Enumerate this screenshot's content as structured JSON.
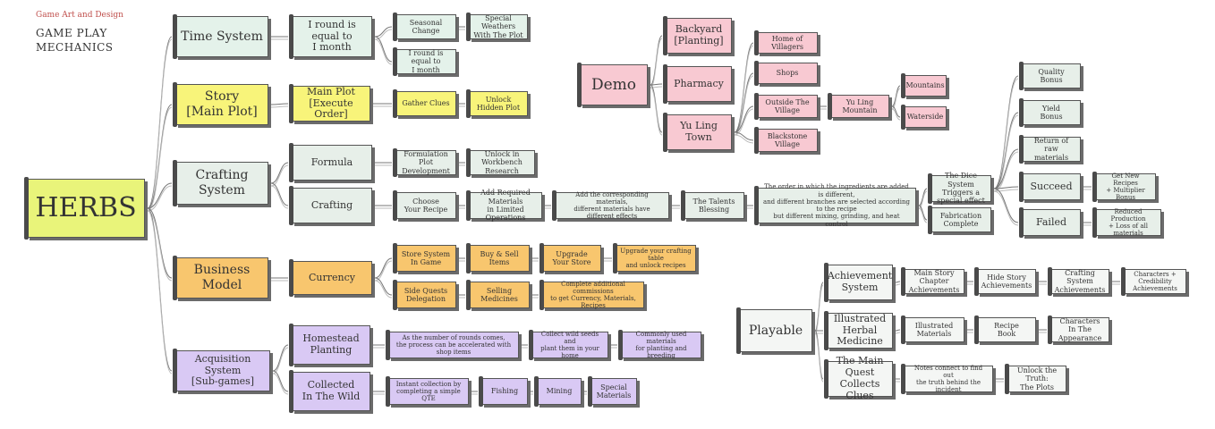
{
  "header": {
    "kicker": "Game Art and Design",
    "title": "GAME PLAY\nMECHANICS"
  },
  "colors": {
    "green": "#e4f2ea",
    "yellow": "#f8f47a",
    "orange": "#f8c66e",
    "purple": "#d9c9f4",
    "pink": "#f8c9d2",
    "lime": "#e9f47a"
  },
  "nodes": {
    "herbs": "HERBS",
    "time_system": "Time System",
    "one_round": "I round is equal to\nI month",
    "seasonal_change": "Seasonal Change",
    "special_weathers": "Special Weathers\nWith The Plot",
    "one_round_small": "I round is equal to\nI month",
    "story": "Story\n[Main Plot]",
    "main_plot": "Main Plot\n[Execute Order]",
    "gather_clues": "Gather Clues",
    "unlock_hidden": "Unlock\nHidden Plot",
    "crafting_system": "Crafting\nSystem",
    "formula": "Formula",
    "formulation": "Formulation\nPlot Development",
    "unlock_workbench": "Unlock in\nWorkbench Research",
    "crafting": "Crafting",
    "choose_recipe": "Choose\nYour Recipe",
    "add_required": "Add Required Materials\nin Limited Operations",
    "add_corresponding": "Add the corresponding materials,\ndifferent materials have different effects",
    "talents": "The Talents\nBlessing",
    "order_text": "The order in which the ingredients are added is different,\nand different branches are selected according to the recipe\nbut different mixing, grinding, and heat control",
    "dice_system": "The Dice System\nTriggers a special effect",
    "fabrication": "Fabrication\nComplete",
    "quality": "Quality\nBonus",
    "yield": "Yield\nBonus",
    "return_raw": "Return of\nraw materials",
    "succeed": "Succeed",
    "failed": "Failed",
    "get_new": "Get New Recipes\n+ Multiplier Bonus",
    "reduced": "Reduced Production\n+ Loss of all materials",
    "business_model": "Business\nModel",
    "currency": "Currency",
    "store_system": "Store System\nIn Game",
    "buy_sell": "Buy & Sell Items",
    "upgrade_store": "Upgrade\nYour Store",
    "upgrade_table": "Upgrade your crafting table\nand unlock recipes",
    "side_quests": "Side Quests\nDelegation",
    "selling_medicines": "Selling Medicines",
    "complete_commissions": "Complete additional commissions\nto get Currency, Materials, Recipes",
    "acquisition": "Acquisition System\n[Sub-games]",
    "homestead": "Homestead\nPlanting",
    "rounds_text": "As the number of rounds comes,\nthe process can be accelerated with shop items",
    "collect_seeds": "Collect wild seeds and\nplant them in your home",
    "common_materials": "Commonly used materials\nfor planting and breeding",
    "collected_wild": "Collected\nIn The Wild",
    "instant_collection": "Instant collection by\ncompleting a simple QTE",
    "fishing": "Fishing",
    "mining": "Mining",
    "special_materials": "Special\nMaterials",
    "demo": "Demo",
    "backyard": "Backyard\n[Planting]",
    "pharmacy": "Pharmacy",
    "yu_ling_town": "Yu Ling\nTown",
    "home_villagers": "Home of Villagers",
    "shops": "Shops",
    "outside_village": "Outside The Village",
    "blackstone": "Blackstone\nVillage",
    "yu_ling_mountain": "Yu Ling Mountain",
    "mountains": "Mountains",
    "waterside": "Waterside",
    "playable": "Playable",
    "achievement_system": "Achievement\nSystem",
    "main_story_chapter": "Main Story Chapter\nAchievements",
    "hide_story": "Hide Story\nAchievements",
    "crafting_achievements": "Crafting System\nAchievements",
    "characters_credibility": "Characters + Credibility\nAchievements",
    "illustrated_herbal": "Illustrated\nHerbal Medicine",
    "illustrated_materials": "Illustrated\nMaterials",
    "recipe_book": "Recipe\nBook",
    "characters_appearance": "Characters\nIn The Appearance",
    "main_quest_clues": "The Main Quest\nCollects Clues",
    "notes_connect": "Notes connect to find out\nthe truth behind the incident",
    "unlock_truth": "Unlock the Truth:\nThe Plots"
  }
}
